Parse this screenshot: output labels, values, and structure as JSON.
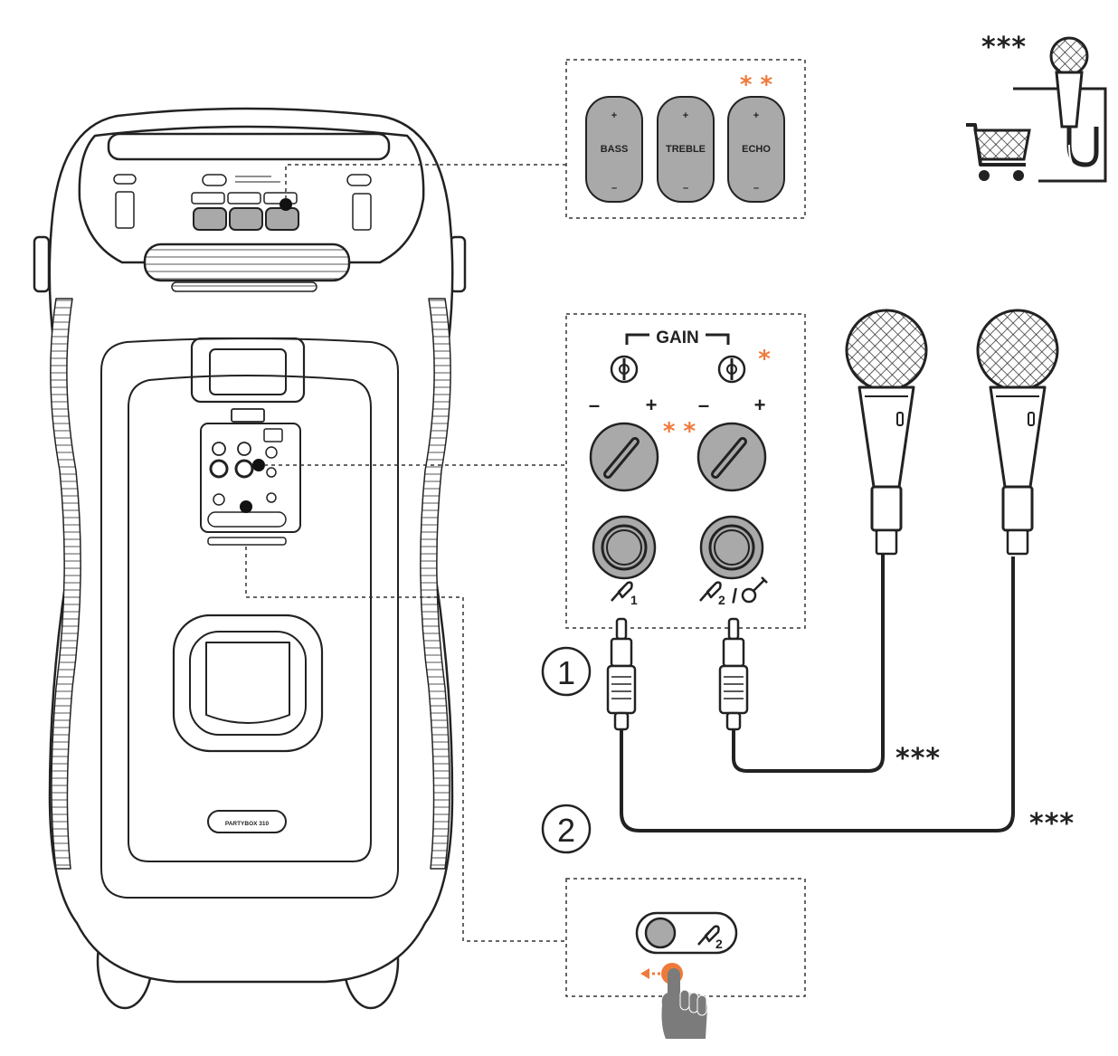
{
  "controls_panel": {
    "buttons": [
      {
        "plus": "+",
        "label": "BASS",
        "minus": "–"
      },
      {
        "plus": "+",
        "label": "TREBLE",
        "minus": "–"
      },
      {
        "plus": "+",
        "label": "ECHO",
        "minus": "–"
      }
    ],
    "echo_marker": "* *"
  },
  "mic_panel": {
    "gain_label": "GAIN",
    "gain_marker": "*",
    "knob_marker": "* *",
    "minus": "–",
    "plus": "+",
    "input1_subscript": "1",
    "input2_subscript": "2",
    "input2_separator": "/"
  },
  "steps": {
    "step1": "1",
    "step2": "2"
  },
  "markers": {
    "cart": "***",
    "cable_short": "***",
    "cable_long": "***"
  },
  "speaker": {
    "model_badge": "PARTYBOX 310"
  },
  "switch_panel": {
    "subscript": "2"
  },
  "colors": {
    "line": "#222222",
    "button_fill": "#a9a9a9",
    "accent_orange": "#f07a3a",
    "hand": "#7b7b7b"
  }
}
